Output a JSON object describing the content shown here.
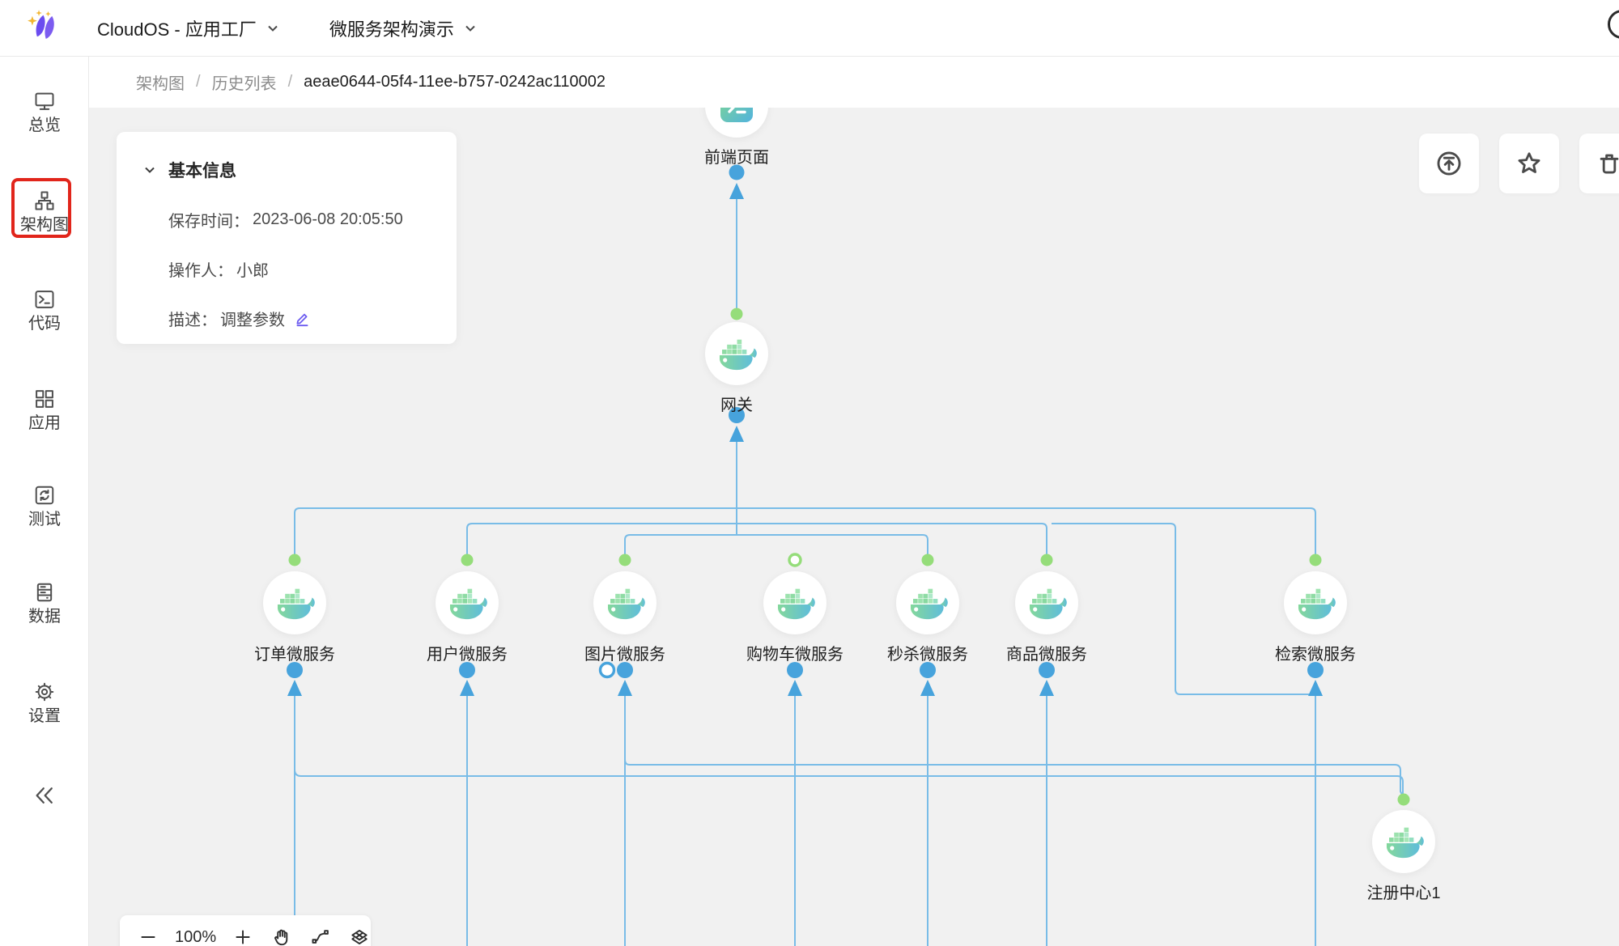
{
  "app": {
    "name": "CloudOS - 应用工厂",
    "workspace": "微服务架构演示"
  },
  "sidebar": {
    "items": [
      {
        "label": "总览",
        "icon": "monitor-icon"
      },
      {
        "label": "架构图",
        "icon": "architecture-icon",
        "highlighted": true
      },
      {
        "label": "代码",
        "icon": "terminal-icon"
      },
      {
        "label": "应用",
        "icon": "apps-icon"
      },
      {
        "label": "测试",
        "icon": "test-cycle-icon"
      },
      {
        "label": "数据",
        "icon": "database-icon"
      },
      {
        "label": "设置",
        "icon": "gear-icon"
      }
    ]
  },
  "breadcrumb": {
    "items": [
      "架构图",
      "历史列表",
      "aeae0644-05f4-11ee-b757-0242ac110002"
    ],
    "separator": "/"
  },
  "info_panel": {
    "title": "基本信息",
    "fields": [
      {
        "label": "保存时间：",
        "value": "2023-06-08 20:05:50"
      },
      {
        "label": "操作人：",
        "value": "小郎"
      },
      {
        "label": "描述：",
        "value": "调整参数"
      }
    ]
  },
  "action_buttons": [
    {
      "name": "publish",
      "icon": "upload-circle-icon"
    },
    {
      "name": "favorite",
      "icon": "star-icon"
    },
    {
      "name": "delete",
      "icon": "trash-icon"
    }
  ],
  "zoom_toolbar": {
    "zoom_level": "100%"
  },
  "diagram": {
    "nodes": [
      {
        "id": "frontend",
        "label": "前端页面",
        "type": "web-page"
      },
      {
        "id": "gateway",
        "label": "网关",
        "type": "docker-service"
      },
      {
        "id": "order",
        "label": "订单微服务",
        "type": "docker-service"
      },
      {
        "id": "user",
        "label": "用户微服务",
        "type": "docker-service"
      },
      {
        "id": "image",
        "label": "图片微服务",
        "type": "docker-service"
      },
      {
        "id": "cart",
        "label": "购物车微服务",
        "type": "docker-service"
      },
      {
        "id": "seckill",
        "label": "秒杀微服务",
        "type": "docker-service"
      },
      {
        "id": "goods",
        "label": "商品微服务",
        "type": "docker-service"
      },
      {
        "id": "search",
        "label": "检索微服务",
        "type": "docker-service"
      },
      {
        "id": "registry",
        "label": "注册中心1",
        "type": "docker-service"
      }
    ]
  },
  "colors": {
    "edge_blue": "#79bce7",
    "port_out_green": "#95dd7a",
    "port_in_blue": "#47a3dc",
    "highlight_red": "#e1251b",
    "brand_purple": "#6b4cf0",
    "brand_gold": "#f2b632"
  }
}
